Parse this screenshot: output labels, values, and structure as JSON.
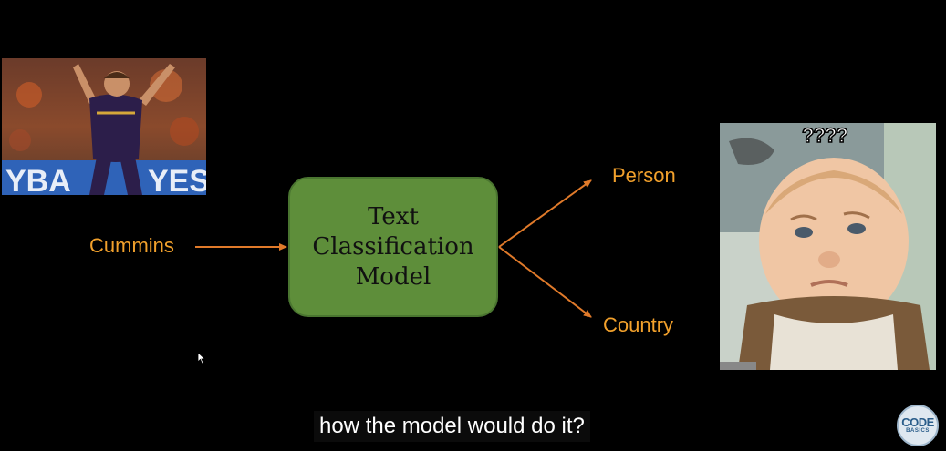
{
  "input_label": "Cummins",
  "model": {
    "line1": "Text",
    "line2": "Classification",
    "line3": "Model"
  },
  "outputs": {
    "person": "Person",
    "country": "Country"
  },
  "baby_photo_text": "????",
  "caption": "how the model would do it?",
  "logo": {
    "line1": "CODE",
    "line2": "BASICS"
  },
  "colors": {
    "background": "#000000",
    "label": "#f2a12c",
    "model_box": "#5e8e3a",
    "arrow": "#e07a2a"
  }
}
